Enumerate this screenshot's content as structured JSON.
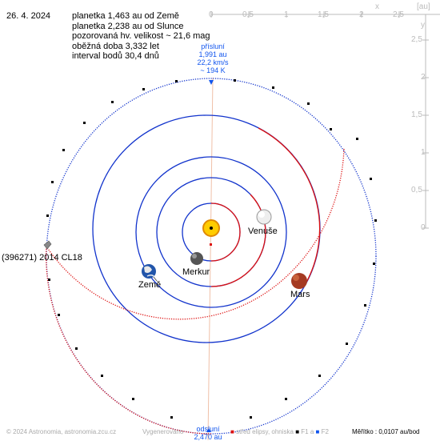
{
  "date": "26. 4. 2024",
  "info_lines": [
    "planetka 1,463 au od Země",
    "planetka 2,238 au od Slunce",
    "pozorovaná hv. velikost ~ 21,6 mag",
    "oběžná doba 3,332 let",
    "interval bodů 30,4 dnů"
  ],
  "top_axis": {
    "ticks": [
      "0",
      "0,5",
      "1",
      "1,5",
      "2",
      "2,5"
    ],
    "x_label": "x",
    "unit": "[au]"
  },
  "right_axis": {
    "ticks": [
      "2,5",
      "2",
      "1,5",
      "1",
      "0,5",
      "0"
    ],
    "y_label": "y"
  },
  "perihelion": {
    "label": "přísluní",
    "distance": "1,991 au",
    "speed": "22,2 km/s",
    "temp": "~ 194 K"
  },
  "aphelion": {
    "label": "odsluní",
    "distance": "2,470 au"
  },
  "asteroid_label": "(396271) 2014 CL18",
  "planets": {
    "venus": "Venuše",
    "earth": "Země",
    "mercury": "Merkur",
    "mars": "Mars"
  },
  "footer": {
    "copyright": "© 2024 Astronomia, astronomia.zcu.cz",
    "generated": "Vygenerováno",
    "legend_center": "střed elipsy, ohniska",
    "legend_f1": "F1 a",
    "legend_f2": "F2",
    "scale": "Měřítko : 0,0107 au/bod"
  },
  "colors": {
    "orbit_blue": "#1133cc",
    "orbit_red": "#dd1111",
    "sun": "#ffcc00",
    "axis": "#bbbbbb"
  }
}
